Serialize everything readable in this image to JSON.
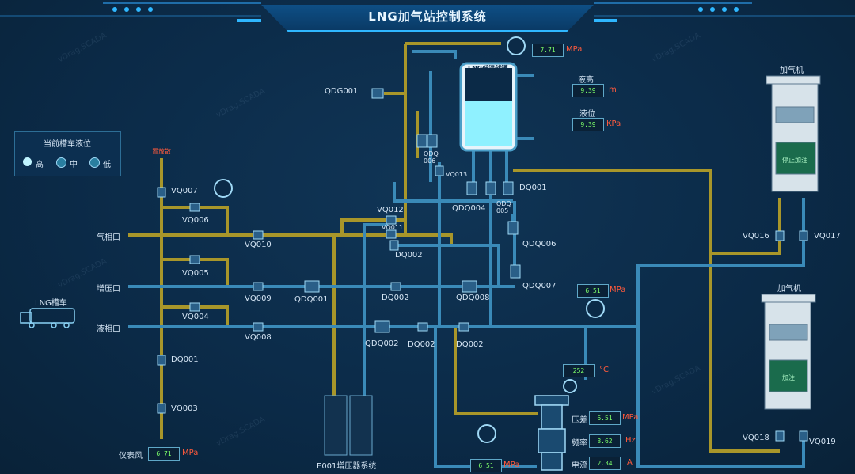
{
  "header": {
    "title": "LNG加气站控制系统"
  },
  "legend": {
    "title": "当前槽车液位",
    "high": "高",
    "mid": "中",
    "low": "低"
  },
  "tank": {
    "label": "LNG低温储罐",
    "level_fraction": 0.6
  },
  "readouts": {
    "tank_pressure": {
      "value": "7.71",
      "unit": "MPa"
    },
    "level_height": {
      "label": "液高",
      "value": "9.39",
      "unit": "m"
    },
    "level_kpa": {
      "label": "液位",
      "value": "9.39",
      "unit": "KPa"
    },
    "line_pressure": {
      "value": "6.51",
      "unit": "MPa"
    },
    "temperature": {
      "value": "252",
      "unit": "°C"
    },
    "diff_pressure": {
      "label": "压差",
      "value": "6.51",
      "unit": "MPa"
    },
    "frequency": {
      "label": "频率",
      "value": "8.62",
      "unit": "Hz"
    },
    "current": {
      "label": "电流",
      "value": "2.34",
      "unit": "A"
    },
    "pump_pressure": {
      "value": "6.51",
      "unit": "MPa"
    },
    "instrument_air": {
      "label": "仪表风",
      "value": "6.71",
      "unit": "MPa"
    }
  },
  "ports": {
    "vent": "置放散",
    "gas_phase": "气相口",
    "boost": "增压口",
    "liquid_phase": "液相口",
    "truck": "LNG槽车"
  },
  "valves": {
    "QDG001": "QDG001",
    "VQ007": "VQ007",
    "VQ006": "VQ006",
    "VQ010": "VQ010",
    "VQ005": "VQ005",
    "VQ009": "VQ009",
    "VQ004": "VQ004",
    "VQ008": "VQ008",
    "DQ001a": "DQ001",
    "VQ003": "VQ003",
    "QDQ006a": "QDQ\n006",
    "VQ013": "VQ013",
    "QDQ004": "QDQ004",
    "QDQ005": "QDQ\n005",
    "DQ001b": "DQ001",
    "VQ012": "VQ012",
    "VQ011": "VQ011",
    "DQ002a": "DQ002",
    "QDQ006b": "QDQ006",
    "QDQ001": "QDQ001",
    "DQ002b": "DQ002",
    "QDQ008": "QDQ008",
    "QDQ007": "QDQ007",
    "QDQ002": "QDQ002",
    "DQ002c": "DQ002",
    "DQ002d": "DQ002",
    "VQ016": "VQ016",
    "VQ017": "VQ017",
    "VQ018": "VQ018",
    "VQ019": "VQ019"
  },
  "vaporizer": {
    "label": "E001增压器系统"
  },
  "dispensers": [
    {
      "title": "加气机",
      "status": "停止加注"
    },
    {
      "title": "加气机",
      "status": "加注"
    }
  ],
  "watermark": "vDrag.SCADA",
  "colors": {
    "pipe_gold": "#a8962a",
    "pipe_blue": "#3a8ab8",
    "value_green": "#7dff6a",
    "unit_red": "#ff5a3c",
    "accent": "#2fb7ff"
  }
}
